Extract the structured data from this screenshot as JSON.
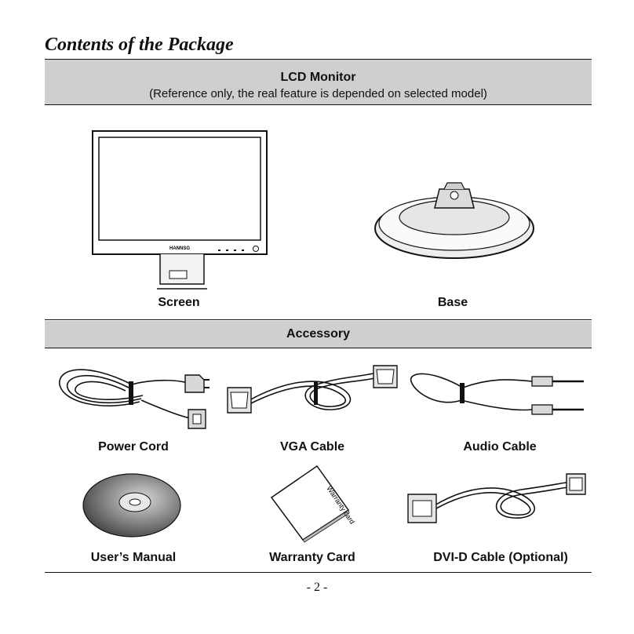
{
  "page": {
    "title": "Contents of the Package",
    "page_number": "- 2 -"
  },
  "monitor_section": {
    "heading": "LCD Monitor",
    "subheading": "(Reference only, the real feature is depended on selected model)",
    "items": [
      {
        "label": "Screen",
        "icon": "lcd-monitor-icon",
        "brand_text": "HANNSG"
      },
      {
        "label": "Base",
        "icon": "monitor-base-icon"
      }
    ]
  },
  "accessory_section": {
    "heading": "Accessory",
    "items": [
      {
        "label": "Power Cord",
        "icon": "power-cord-icon"
      },
      {
        "label": "VGA Cable",
        "icon": "vga-cable-icon"
      },
      {
        "label": "Audio Cable",
        "icon": "audio-cable-icon"
      },
      {
        "label": "User’s Manual",
        "icon": "cd-disc-icon"
      },
      {
        "label": "Warranty Card",
        "icon": "warranty-card-icon",
        "card_text": "Warranty card"
      },
      {
        "label": "DVI-D Cable (Optional)",
        "icon": "dvi-cable-icon"
      }
    ]
  }
}
